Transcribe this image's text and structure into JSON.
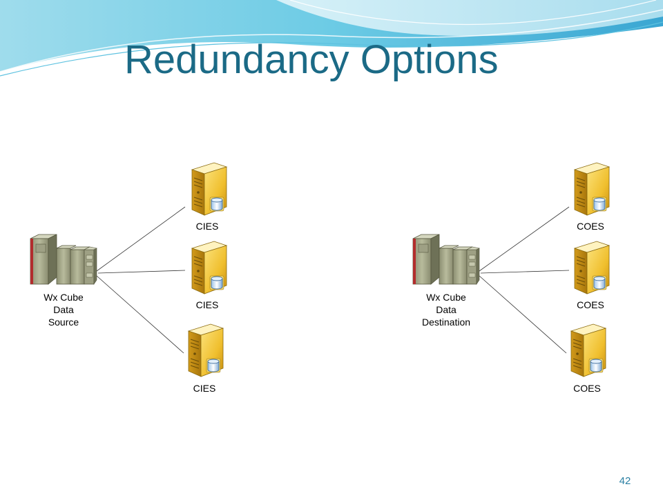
{
  "slide": {
    "title": "Redundancy Options",
    "page_number": "42"
  },
  "colors": {
    "title": "#1b6a86",
    "banner_light": "#bfe8f3",
    "banner_mid": "#5cc3e0",
    "banner_dark": "#2a9cc9",
    "server_gold": "#f2c43c",
    "database_blue": "#7fb2e0"
  },
  "icons": {
    "server": "server-database-icon",
    "host": "mainframe-icon"
  },
  "diagram": {
    "left": {
      "hub_label": [
        "Wx Cube",
        "Data",
        "Source"
      ],
      "nodes": [
        "CIES",
        "CIES",
        "CIES"
      ]
    },
    "right": {
      "hub_label": [
        "Wx Cube",
        "Data",
        "Destination"
      ],
      "nodes": [
        "COES",
        "COES",
        "COES"
      ]
    }
  }
}
